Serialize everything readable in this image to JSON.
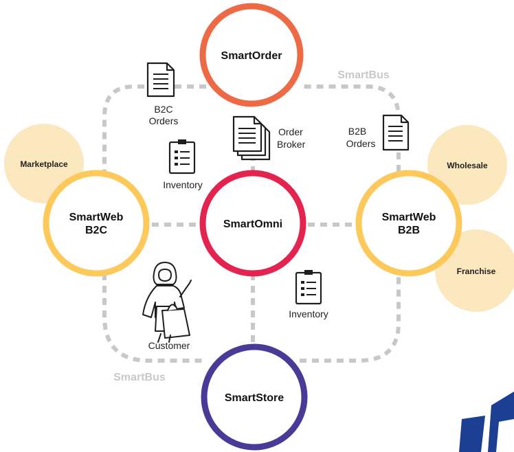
{
  "nodes": {
    "smartorder": {
      "label": "SmartOrder",
      "color": "#ee6a45"
    },
    "smartomni": {
      "label": "SmartOmni",
      "color": "#e5234f"
    },
    "smartweb_b2c": {
      "line1": "SmartWeb",
      "line2": "B2C",
      "color": "#fcc95a"
    },
    "smartweb_b2b": {
      "line1": "SmartWeb",
      "line2": "B2B",
      "color": "#fcc95a"
    },
    "smartstore": {
      "label": "SmartStore",
      "color": "#4a3996"
    }
  },
  "channels": {
    "marketplace": "Marketplace",
    "wholesale": "Wholesale",
    "franchise": "Franchise",
    "color": "#fbe8bf"
  },
  "bus": {
    "label_top": "SmartBus",
    "label_bottom": "SmartBus",
    "color": "#c8c8c8"
  },
  "annotations": {
    "b2c_orders": {
      "line1": "B2C",
      "line2": "Orders",
      "icon": "document-icon"
    },
    "order_broker": {
      "line1": "Order",
      "line2": "Broker",
      "icon": "document-stack-icon"
    },
    "b2b_orders": {
      "line1": "B2B",
      "line2": "Orders",
      "icon": "document-icon"
    },
    "inventory_top": {
      "label": "Inventory",
      "icon": "clipboard-list-icon"
    },
    "inventory_bottom": {
      "label": "Inventory",
      "icon": "clipboard-list-icon"
    },
    "customer": {
      "label": "Customer",
      "icon": "shopper-icon"
    }
  },
  "watermark_color": "#1c3f94"
}
